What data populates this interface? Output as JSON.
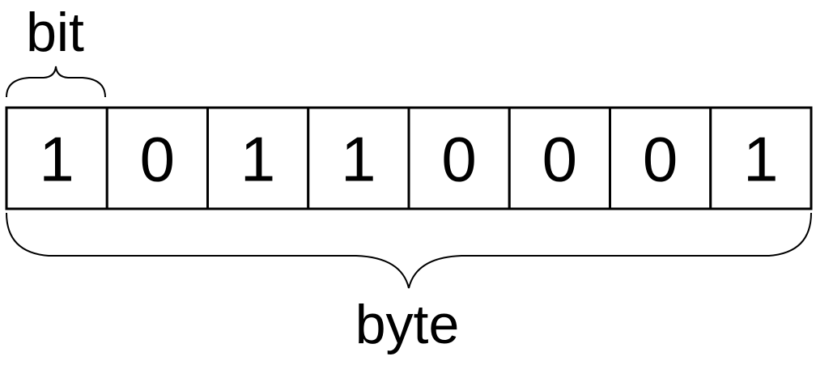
{
  "bit_label": "bit",
  "byte_label": "byte",
  "bits": [
    "1",
    "0",
    "1",
    "1",
    "0",
    "0",
    "0",
    "1"
  ]
}
